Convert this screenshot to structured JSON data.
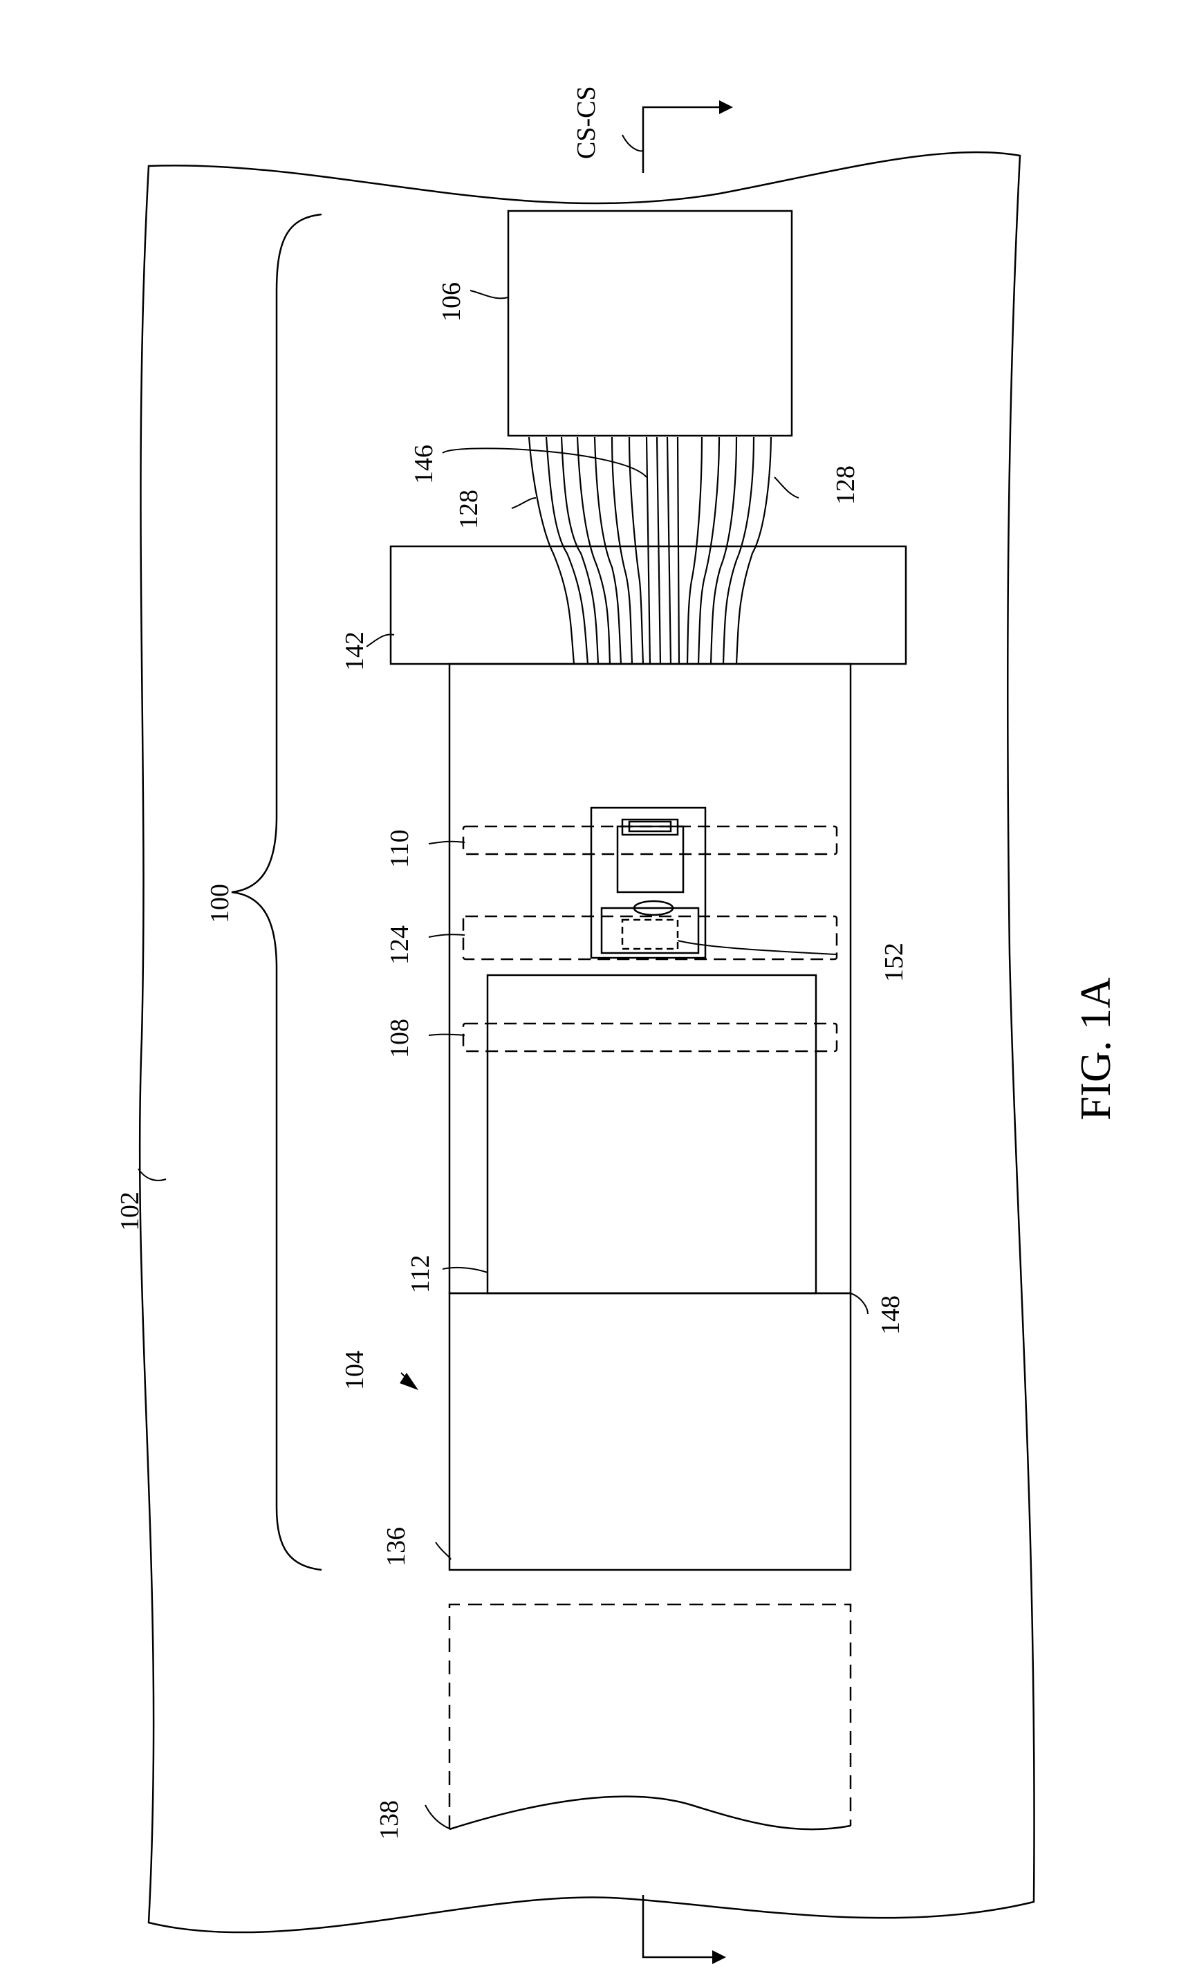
{
  "figure": {
    "caption": "FIG. 1A",
    "section_label": "CS-CS"
  },
  "reference_labels": {
    "r100": "100",
    "r102": "102",
    "r104": "104",
    "r106": "106",
    "r108": "108",
    "r110": "110",
    "r112": "112",
    "r124": "124",
    "r128_left": "128",
    "r128_right": "128",
    "r136": "136",
    "r138": "138",
    "r142": "142",
    "r146": "146",
    "r148": "148",
    "r152": "152"
  },
  "colors": {
    "ink": "#000000",
    "paper": "#ffffff"
  }
}
